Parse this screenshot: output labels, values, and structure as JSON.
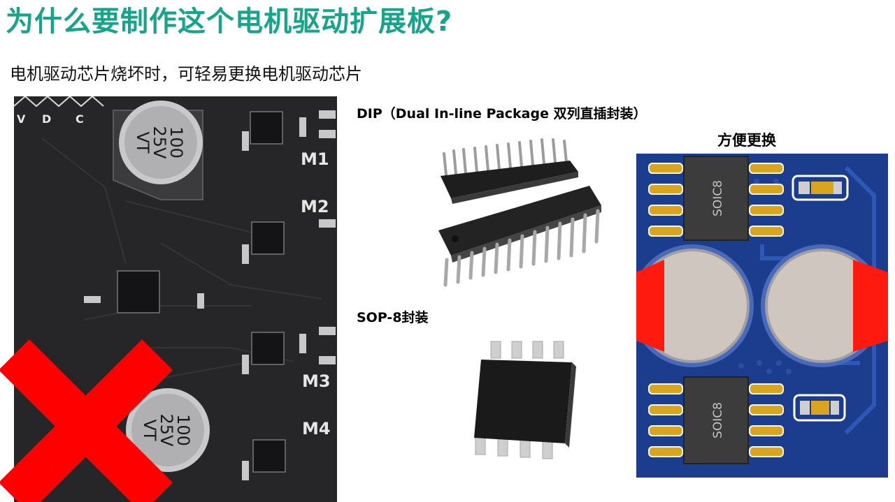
{
  "slide": {
    "title": "为什么要制作这个电机驱动扩展板?",
    "subtitle": "电机驱动芯片烧坏时，可轻易更换电机驱动芯片"
  },
  "board_photo": {
    "header_pins": [
      "V",
      "D",
      "C"
    ],
    "capacitor_label_top": "100",
    "capacitor_label_mid": "25V",
    "capacitor_label_bot": "VT",
    "motor_labels": [
      "M1",
      "M2",
      "M3",
      "M4"
    ],
    "mark": "cross-mark-icon",
    "mark_color": "#ff0000"
  },
  "dip": {
    "label": "DIP（Dual In-line Package 双列直插封装）"
  },
  "sop": {
    "label": "SOP-8封装"
  },
  "pcb": {
    "label": "方便更换",
    "chip_top": "SOIC8",
    "chip_bottom": "SOIC8",
    "board_color": "#1c3d8e",
    "cap_marker_color": "#ff1a10"
  }
}
